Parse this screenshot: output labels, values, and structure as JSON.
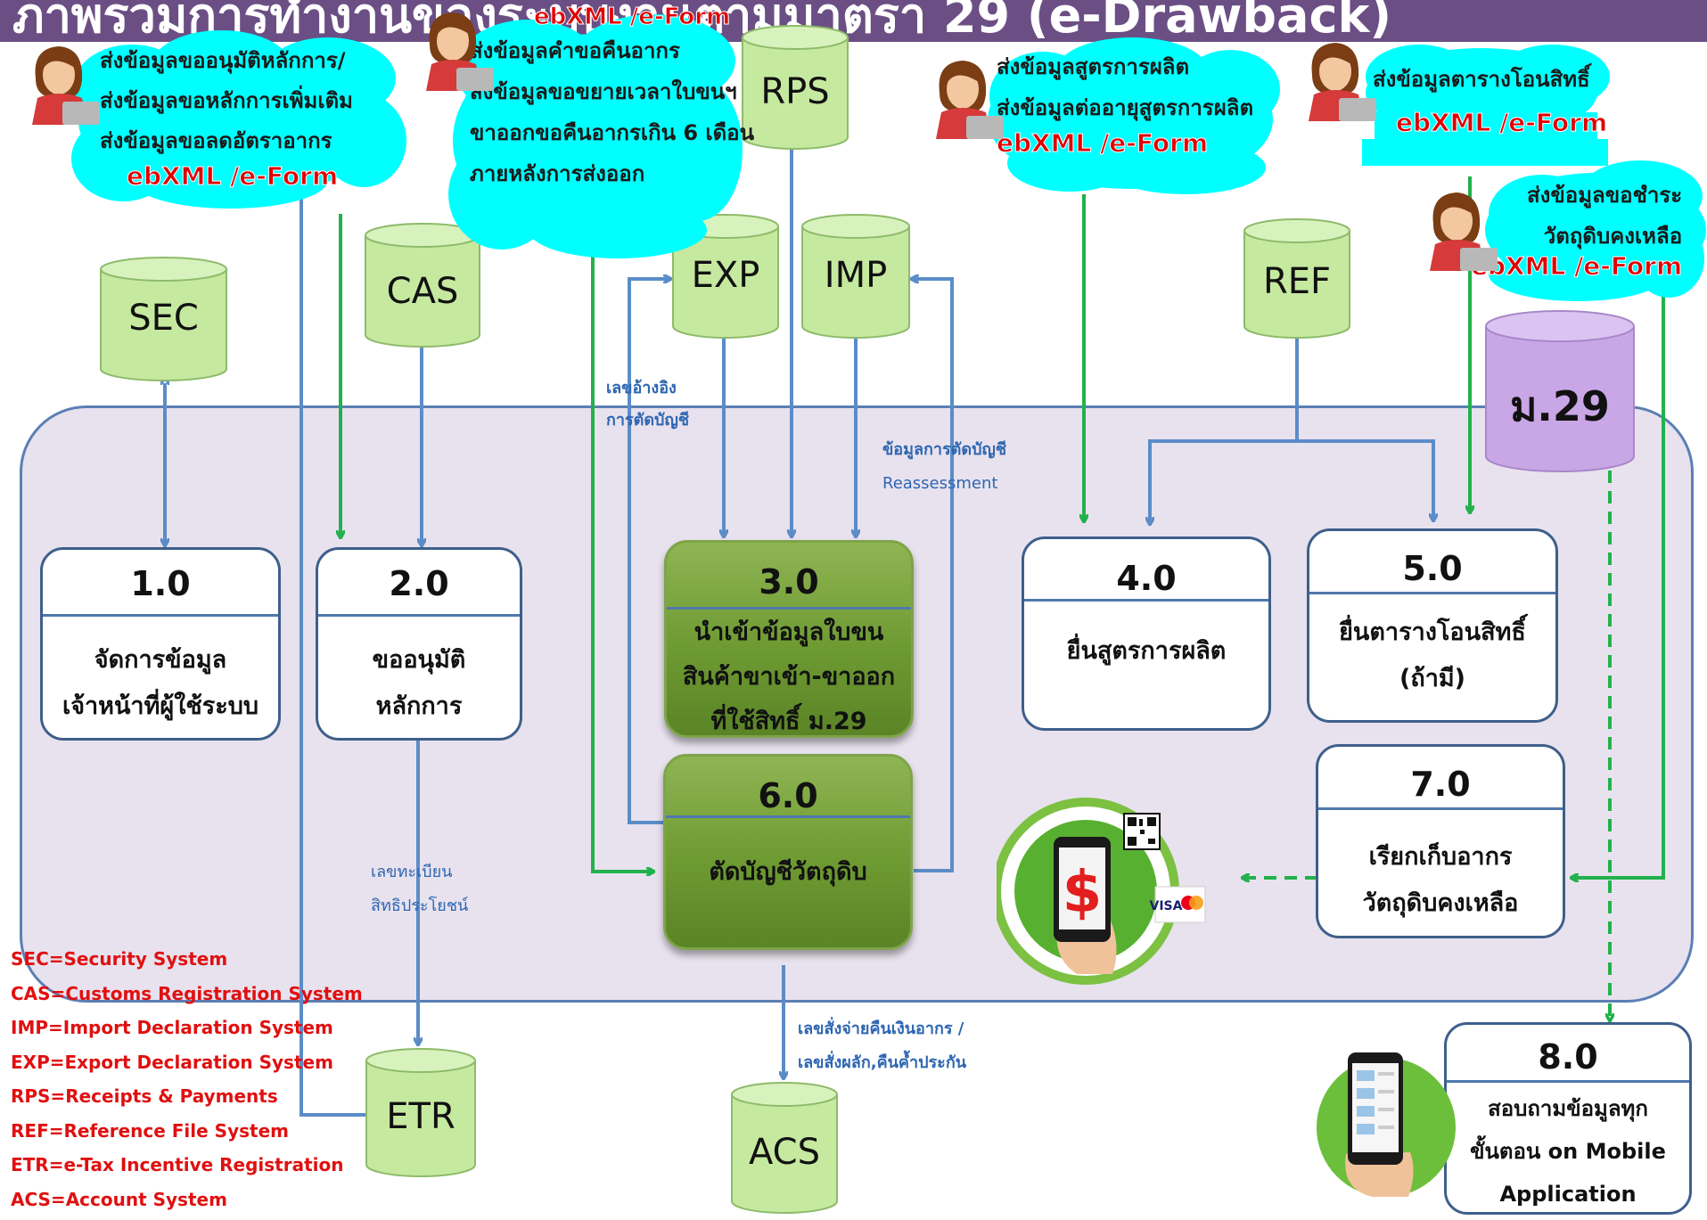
{
  "header": {
    "title": "ภาพรวมการทำงานของระบบงานตามมาตรา 29 (e-Drawback)"
  },
  "datastores": {
    "SEC": "SEC",
    "CAS": "CAS",
    "RPS": "RPS",
    "EXP": "EXP",
    "IMP": "IMP",
    "REF": "REF",
    "M29": "ม.29",
    "ETR": "ETR",
    "ACS": "ACS"
  },
  "processes": [
    {
      "num": "1.0",
      "text": "จัดการข้อมูล\nเจ้าหน้าที่ผู้ใช้ระบบ"
    },
    {
      "num": "2.0",
      "text": "ขออนุมัติ\nหลักการ"
    },
    {
      "num": "3.0",
      "text": "นำเข้าข้อมูลใบขน\nสินค้าขาเข้า-ขาออก\nที่ใช้สิทธิ์ ม.29"
    },
    {
      "num": "4.0",
      "text": "ยื่นสูตรการผลิต"
    },
    {
      "num": "5.0",
      "text": "ยื่นตารางโอนสิทธิ์\n(ถ้ามี)"
    },
    {
      "num": "6.0",
      "text": "ตัดบัญชีวัตถุดิบ"
    },
    {
      "num": "7.0",
      "text": "เรียกเก็บอากร\nวัตถุดิบคงเหลือ"
    },
    {
      "num": "8.0",
      "text": "สอบถามข้อมูลทุก\nขั้นตอน on Mobile\nApplication"
    }
  ],
  "clouds": {
    "c1": [
      "ส่งข้อมูลขออนุมัติหลักการ/",
      "ส่งข้อมูลขอหลักการเพิ่มเติม",
      "ส่งข้อมูลขอลดอัตราอากร"
    ],
    "c2": [
      "ส่งข้อมูลคำขอคืนอากร",
      "ส่งข้อมูลขอขยายเวลาใบขนฯ",
      "ขาออกขอคืนอากรเกิน 6 เดือน",
      "ภายหลังการส่งออก"
    ],
    "c3": [
      "ส่งข้อมูลสูตรการผลิต",
      "ส่งข้อมูลต่ออายุสูตรการผลิต"
    ],
    "c4": [
      "ส่งข้อมูลตารางโอนสิทธิ์"
    ],
    "c5": [
      "ส่งข้อมูลขอชำระ",
      "วัตถุดิบคงเหลือ"
    ],
    "ebxml": "ebXML /e-Form"
  },
  "flow_labels": {
    "ref_cut": [
      "เลขอ้างอิง",
      "การตัดบัญชี"
    ],
    "reassess": [
      "ข้อมูลการตัดบัญชี",
      "Reassessment"
    ],
    "reg_no": [
      "เลขทะเบียน",
      "สิทธิประโยชน์"
    ],
    "refund": [
      "เลขสั่งจ่ายคืนเงินอากร /",
      "เลขสั่งผลัก,คืนค้ำประกัน"
    ]
  },
  "payment": {
    "visa": "VISA",
    "dollar": "$"
  },
  "legend": [
    "SEC=Security System",
    "CAS=Customs Registration System",
    "IMP=Import Declaration System",
    "EXP=Export Declaration System",
    "RPS=Receipts & Payments",
    "REF=Reference File System",
    "ETR=e-Tax Incentive Registration",
    "ACS=Account System"
  ],
  "colors": {
    "cloud": "#00ffff",
    "datastore": "#c6e9a0",
    "header": "#6b4f84",
    "green_arrow": "#22b14c",
    "blue_arrow": "#5b8cc8",
    "red_text": "#e00000"
  }
}
